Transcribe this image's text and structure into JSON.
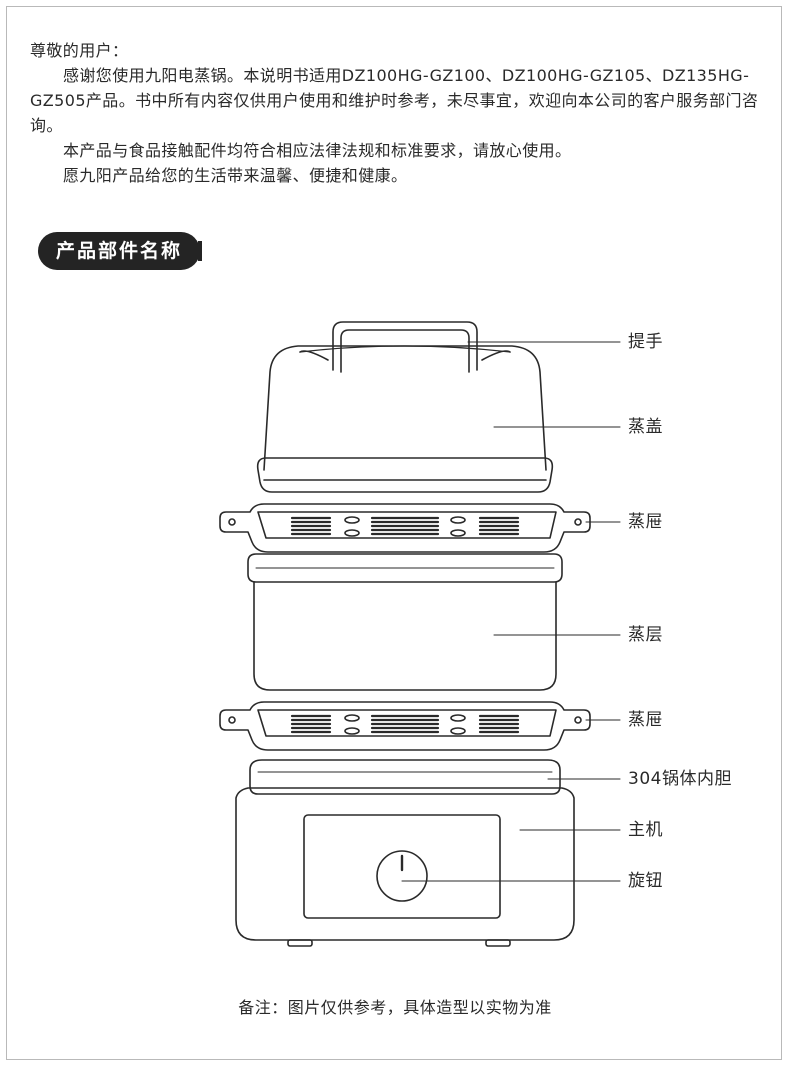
{
  "intro": {
    "salutation": "尊敬的用户：",
    "paragraph1": "感谢您使用九阳电蒸锅。本说明书适用DZ100HG-GZ100、DZ100HG-GZ105、DZ135HG-GZ505产品。书中所有内容仅供用户使用和维护时参考，未尽事宜，欢迎向本公司的客户服务部门咨询。",
    "paragraph2": "本产品与食品接触配件均符合相应法律法规和标准要求，请放心使用。",
    "paragraph3": "愿九阳产品给您的生活带来温馨、便捷和健康。"
  },
  "section": {
    "title": "产品部件名称"
  },
  "parts": {
    "handle": "提手",
    "lid": "蒸盖",
    "grid_top": "蒸屉",
    "tier": "蒸层",
    "grid_bottom": "蒸屉",
    "inner_pot": "304锅体内胆",
    "base": "主机",
    "knob": "旋钮"
  },
  "note": "备注：图片仅供参考，具体造型以实物为准",
  "colors": {
    "ink": "#2a2a2a",
    "pill": "#242424",
    "frame": "#b9b9b9"
  }
}
